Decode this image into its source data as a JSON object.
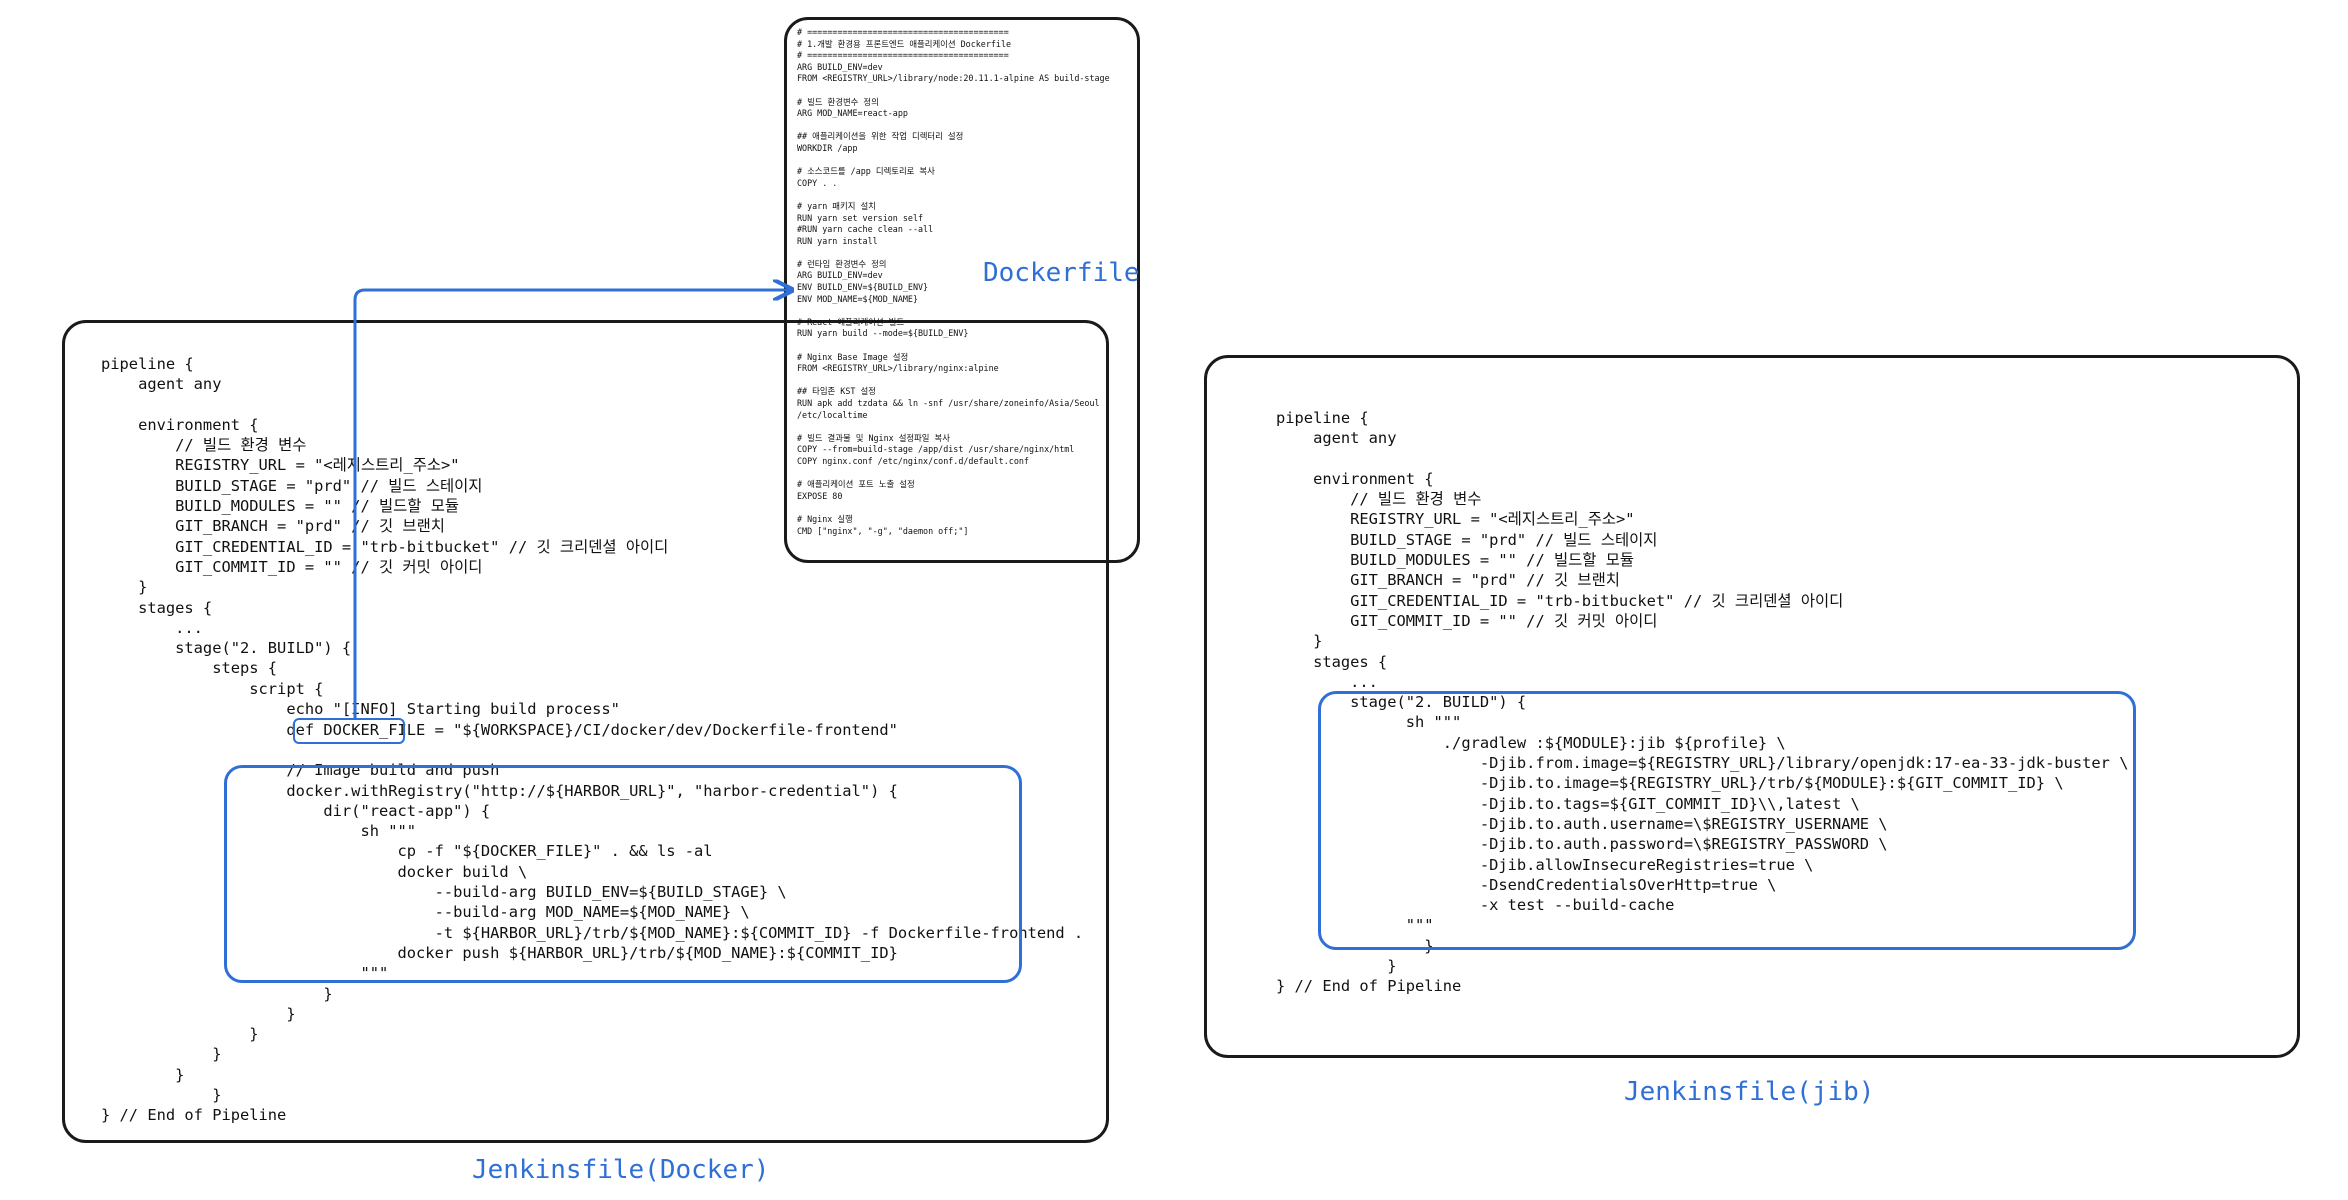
{
  "docker_jenkinsfile": {
    "title": "Jenkinsfile(Docker)",
    "lines_top": [
      "pipeline {",
      "    agent any",
      "",
      "    environment {",
      "        // 빌드 환경 변수",
      "        REGISTRY_URL = \"<레지스트리_주소>\"",
      "        BUILD_STAGE = \"prd\" // 빌드 스테이지",
      "        BUILD_MODULES = \"\" // 빌드할 모듈",
      "        GIT_BRANCH = \"prd\" // 깃 브랜치",
      "        GIT_CREDENTIAL_ID = \"trb-bitbucket\" // 깃 크리덴셜 아이디",
      "        GIT_COMMIT_ID = \"\" // 깃 커밋 아이디",
      "    }",
      "    stages {",
      "        ...",
      "        stage(\"2. BUILD\") {",
      "            steps {",
      "                script {",
      "                    echo \"[INFO] Starting build process\""
    ],
    "def_prefix": "                    def ",
    "def_var": "DOCKER_FILE",
    "def_suffix": " = \"${WORKSPACE}/CI/docker/dev/Dockerfile-frontend\"",
    "lines_bottom": [
      "",
      "                    // Image build and push",
      "                    docker.withRegistry(\"http://${HARBOR_URL}\", \"harbor-credential\") {",
      "                        dir(\"react-app\") {",
      "                            sh \"\"\"",
      "                                cp -f \"${DOCKER_FILE}\" . && ls -al",
      "                                docker build \\",
      "                                    --build-arg BUILD_ENV=${BUILD_STAGE} \\",
      "                                    --build-arg MOD_NAME=${MOD_NAME} \\",
      "                                    -t ${HARBOR_URL}/trb/${MOD_NAME}:${COMMIT_ID} -f Dockerfile-frontend .",
      "                                docker push ${HARBOR_URL}/trb/${MOD_NAME}:${COMMIT_ID}",
      "                            \"\"\"",
      "                        }",
      "                    }",
      "                }",
      "            }",
      "        }",
      "            }",
      "} // End of Pipeline"
    ]
  },
  "dockerfile": {
    "title": "Dockerfile",
    "lines": [
      "# ========================================",
      "# 1.개발 환경용 프론트엔드 애플리케이션 Dockerfile",
      "# ========================================",
      "ARG BUILD_ENV=dev",
      "FROM <REGISTRY_URL>/library/node:20.11.1-alpine AS build-stage",
      "",
      "# 빌드 환경변수 정의",
      "ARG MOD_NAME=react-app",
      "",
      "## 애플리케이션을 위한 작업 디렉터리 설정",
      "WORKDIR /app",
      "",
      "# 소스코드를 /app 디렉토리로 복사",
      "COPY . .",
      "",
      "# yarn 패키지 설치",
      "RUN yarn set version self",
      "#RUN yarn cache clean --all",
      "RUN yarn install",
      "",
      "# 런타임 환경변수 정의",
      "ARG BUILD_ENV=dev",
      "ENV BUILD_ENV=${BUILD_ENV}",
      "ENV MOD_NAME=${MOD_NAME}",
      "",
      "# React 애플리케이션 빌드",
      "RUN yarn build --mode=${BUILD_ENV}",
      "",
      "# Nginx Base Image 설정",
      "FROM <REGISTRY_URL>/library/nginx:alpine",
      "",
      "## 타임존 KST 설정",
      "RUN apk add tzdata && ln -snf /usr/share/zoneinfo/Asia/Seoul",
      "/etc/localtime",
      "",
      "# 빌드 결과물 및 Nginx 설정파일 복사",
      "COPY --from=build-stage /app/dist /usr/share/nginx/html",
      "COPY nginx.conf /etc/nginx/conf.d/default.conf",
      "",
      "# 애플리케이션 포트 노출 설정",
      "EXPOSE 80",
      "",
      "# Nginx 실행",
      "CMD [\"nginx\", \"-g\", \"daemon off;\"]"
    ]
  },
  "jib_jenkinsfile": {
    "title": "Jenkinsfile(jib)",
    "lines": [
      "pipeline {",
      "    agent any",
      "",
      "    environment {",
      "        // 빌드 환경 변수",
      "        REGISTRY_URL = \"<레지스트리_주소>\"",
      "        BUILD_STAGE = \"prd\" // 빌드 스테이지",
      "        BUILD_MODULES = \"\" // 빌드할 모듈",
      "        GIT_BRANCH = \"prd\" // 깃 브랜치",
      "        GIT_CREDENTIAL_ID = \"trb-bitbucket\" // 깃 크리덴셜 아이디",
      "        GIT_COMMIT_ID = \"\" // 깃 커밋 아이디",
      "    }",
      "    stages {",
      "        ...",
      "        stage(\"2. BUILD\") {",
      "              sh \"\"\"",
      "                  ./gradlew :${MODULE}:jib ${profile} \\",
      "                      -Djib.from.image=${REGISTRY_URL}/library/openjdk:17-ea-33-jdk-buster \\",
      "                      -Djib.to.image=${REGISTRY_URL}/trb/${MODULE}:${GIT_COMMIT_ID} \\",
      "                      -Djib.to.tags=${GIT_COMMIT_ID}\\\\,latest \\",
      "                      -Djib.to.auth.username=\\$REGISTRY_USERNAME \\",
      "                      -Djib.to.auth.password=\\$REGISTRY_PASSWORD \\",
      "                      -Djib.allowInsecureRegistries=true \\",
      "                      -DsendCredentialsOverHttp=true \\",
      "                      -x test --build-cache",
      "              \"\"\"",
      "                }",
      "            }",
      "} // End of Pipeline"
    ]
  },
  "colors": {
    "accent": "#2f6fd6",
    "border": "#1a1a1a"
  }
}
